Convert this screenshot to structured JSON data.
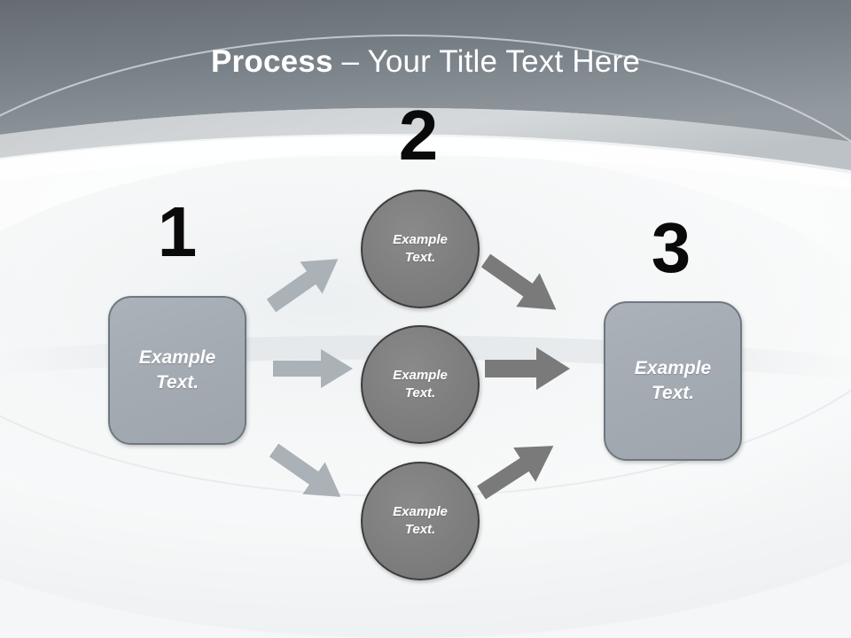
{
  "slide": {
    "title_bold": "Process",
    "title_separator": " – ",
    "title_rest": "Your Title Text Here",
    "theme": {
      "header_top": "#696f76",
      "header_bottom": "#8d969c",
      "body_background": "#f6f7f8",
      "box_fill": "#a5acb4",
      "box_border": "#6f7880",
      "circle_fill": "#7c7c7c",
      "circle_border": "#3d3d3d",
      "arrow_light": "#a9b0b6",
      "arrow_dark": "#787878",
      "number_color": "#0a0a0a",
      "label_color": "#ffffff"
    }
  },
  "steps": [
    {
      "number": "1",
      "shape": "rounded-box",
      "label": "Example\nText."
    },
    {
      "number": "2",
      "shape": "circle",
      "label": "Example\nText."
    },
    {
      "number": "3",
      "shape": "rounded-box",
      "label": "Example\nText."
    }
  ],
  "nodes": {
    "left_box": {
      "label": "Example\nText."
    },
    "circle_top": {
      "label": "Example\nText."
    },
    "circle_middle": {
      "label": "Example\nText."
    },
    "circle_bottom": {
      "label": "Example\nText."
    },
    "right_box": {
      "label": "Example\nText."
    }
  },
  "connectors": [
    {
      "name": "left-box-to-top-circle",
      "direction": "up-right",
      "tone": "light"
    },
    {
      "name": "left-box-to-middle-circle",
      "direction": "right",
      "tone": "light"
    },
    {
      "name": "left-box-to-bottom-circle",
      "direction": "down-right",
      "tone": "light"
    },
    {
      "name": "top-circle-to-right-box",
      "direction": "down-right",
      "tone": "dark"
    },
    {
      "name": "middle-circle-to-right-box",
      "direction": "right",
      "tone": "dark"
    },
    {
      "name": "bottom-circle-to-right-box",
      "direction": "up-right",
      "tone": "dark"
    }
  ]
}
